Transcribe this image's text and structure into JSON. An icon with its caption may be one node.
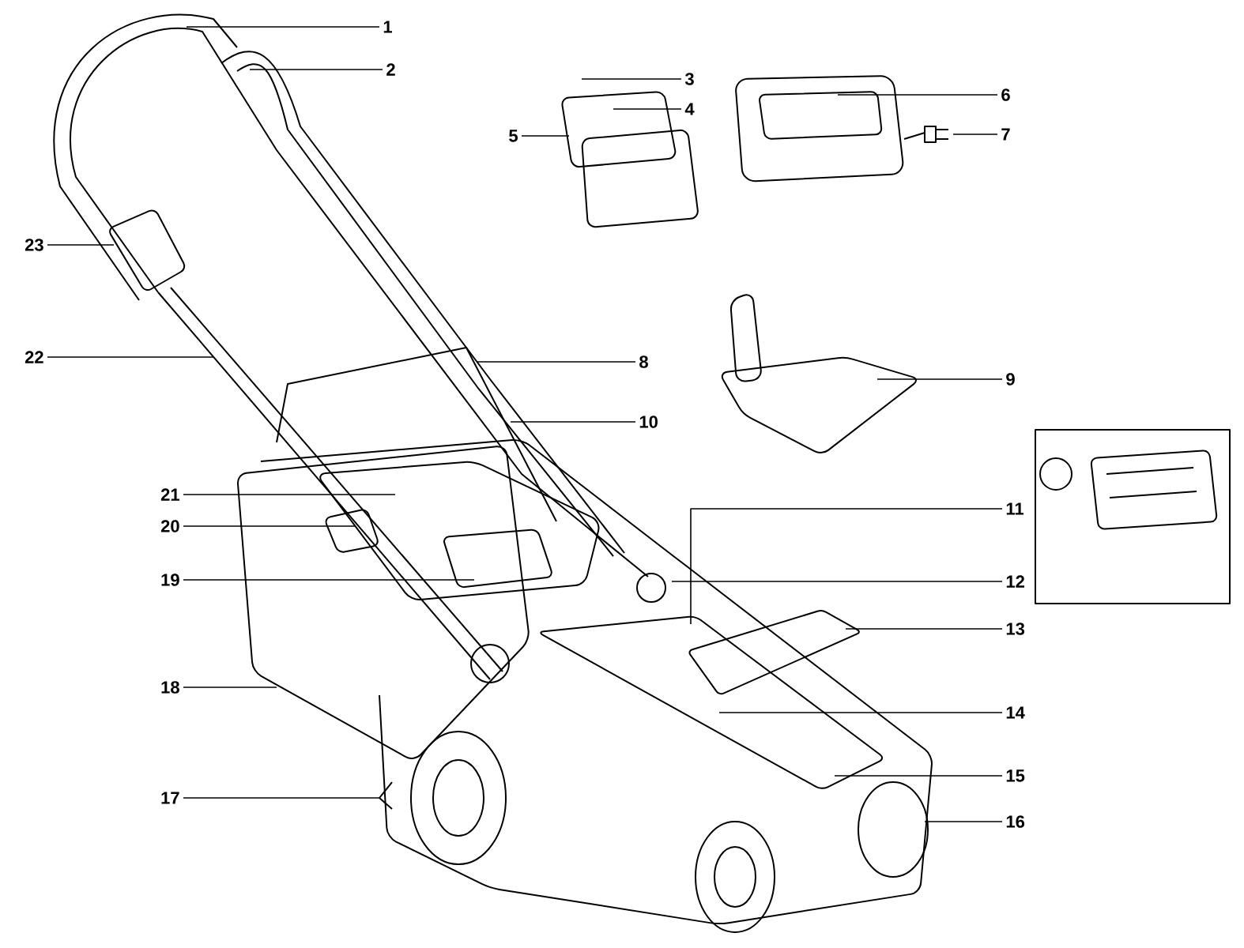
{
  "diagram": {
    "nodes": [
      {
        "text": [
          "1"
        ]
      },
      {
        "text": [
          "2"
        ]
      },
      {
        "text": [
          "3"
        ]
      },
      {
        "text": [
          "4"
        ]
      },
      {
        "text": [
          "5"
        ]
      },
      {
        "text": [
          "6"
        ]
      },
      {
        "text": [
          "7"
        ]
      },
      {
        "text": [
          "8"
        ]
      },
      {
        "text": [
          "9"
        ]
      },
      {
        "text": [
          "10"
        ]
      },
      {
        "text": [
          "11"
        ]
      },
      {
        "text": [
          "12"
        ]
      },
      {
        "text": [
          "13"
        ]
      },
      {
        "text": [
          "14"
        ]
      },
      {
        "text": [
          "15"
        ]
      },
      {
        "text": [
          "16"
        ]
      },
      {
        "text": [
          "17"
        ]
      },
      {
        "text": [
          "18"
        ]
      },
      {
        "text": [
          "19"
        ]
      },
      {
        "text": [
          "20"
        ]
      },
      {
        "text": [
          "21"
        ]
      },
      {
        "text": [
          "22"
        ]
      },
      {
        "text": [
          "23"
        ]
      }
    ],
    "edges": [
      {
        "from": 0,
        "to": null,
        "arrow": "none"
      },
      {
        "from": 1,
        "to": null,
        "arrow": "none"
      },
      {
        "from": 2,
        "to": null,
        "arrow": "none"
      },
      {
        "from": 3,
        "to": null,
        "arrow": "none"
      },
      {
        "from": 4,
        "to": null,
        "arrow": "none"
      },
      {
        "from": 5,
        "to": null,
        "arrow": "none"
      },
      {
        "from": 6,
        "to": null,
        "arrow": "none"
      },
      {
        "from": 7,
        "to": null,
        "arrow": "none"
      },
      {
        "from": 8,
        "to": null,
        "arrow": "none"
      },
      {
        "from": 9,
        "to": null,
        "arrow": "none"
      },
      {
        "from": 10,
        "to": null,
        "arrow": "none"
      },
      {
        "from": 11,
        "to": null,
        "arrow": "none"
      },
      {
        "from": 12,
        "to": null,
        "arrow": "none"
      },
      {
        "from": 13,
        "to": null,
        "arrow": "none"
      },
      {
        "from": 14,
        "to": null,
        "arrow": "none"
      },
      {
        "from": 15,
        "to": null,
        "arrow": "none"
      },
      {
        "from": 16,
        "to": null,
        "arrow": "none"
      },
      {
        "from": 17,
        "to": null,
        "arrow": "none"
      },
      {
        "from": 18,
        "to": null,
        "arrow": "none"
      },
      {
        "from": 19,
        "to": null,
        "arrow": "none"
      },
      {
        "from": 20,
        "to": null,
        "arrow": "none"
      },
      {
        "from": 21,
        "to": null,
        "arrow": "none"
      },
      {
        "from": 22,
        "to": null,
        "arrow": "none"
      }
    ]
  }
}
